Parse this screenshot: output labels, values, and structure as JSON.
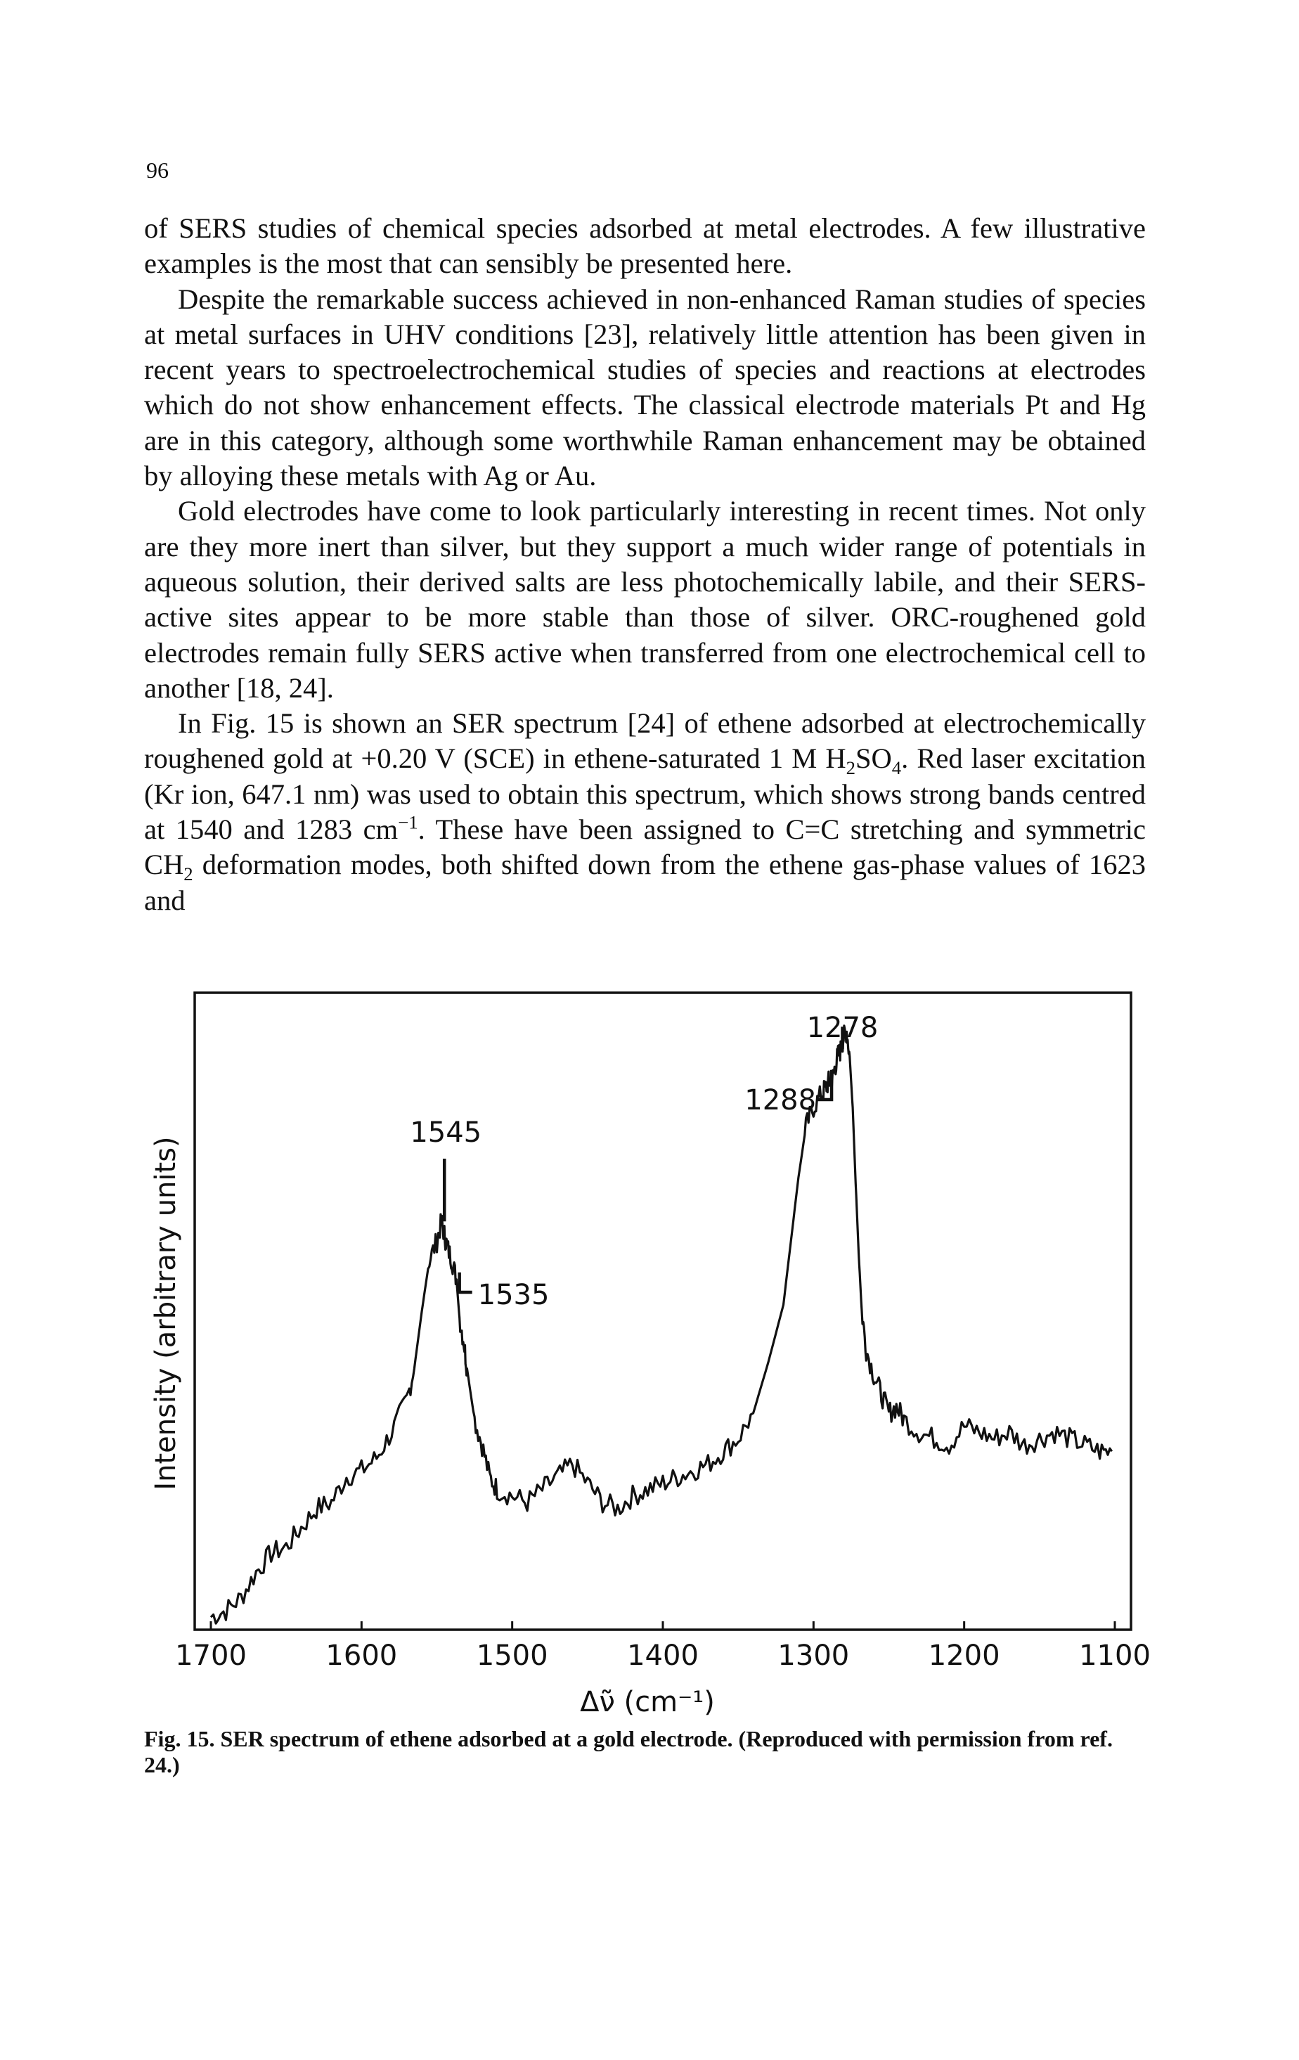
{
  "page_number": "96",
  "paragraphs": [
    {
      "id": "p1",
      "indent": false,
      "parts": [
        {
          "t": "of SERS studies of chemical species adsorbed at metal electrodes. A few illustrative examples is the most that can sensibly be presented here."
        }
      ]
    },
    {
      "id": "p2",
      "indent": true,
      "parts": [
        {
          "t": "Despite the remarkable success achieved in non-enhanced Raman studies of species at metal surfaces in UHV conditions [23], relatively little attention has been given in recent years to spectroelectrochemical studies of species and reactions at electrodes which do not show enhancement effects. The classical electrode materials Pt and Hg are in this category, although some worthwhile Raman enhancement may be obtained by alloying these metals with Ag or Au."
        }
      ]
    },
    {
      "id": "p3",
      "indent": true,
      "parts": [
        {
          "t": "Gold electrodes have come to look particularly interesting in recent times. Not only are they more inert than silver, but they support a much wider range of potentials in aqueous solution, their derived salts are less photochemically labile, and their SERS-active sites appear to be more stable than those of silver. ORC-roughened gold electrodes remain fully SERS active when transferred from one electrochemical cell to another [18, 24]."
        }
      ]
    },
    {
      "id": "p4",
      "indent": true,
      "parts": [
        {
          "t": "In Fig. 15 is shown an SER spectrum [24] of ethene adsorbed at electrochemically roughened gold at +0.20 V (SCE) in ethene-saturated 1 M H"
        },
        {
          "t": "2",
          "sub": true
        },
        {
          "t": "SO"
        },
        {
          "t": "4",
          "sub": true
        },
        {
          "t": ". Red laser excitation (Kr ion, 647.1 nm) was used to obtain this spectrum, which shows strong bands centred at 1540 and 1283 cm"
        },
        {
          "t": "−1",
          "sup": true
        },
        {
          "t": ". These have been assigned to C=C stretching and symmetric CH"
        },
        {
          "t": "2",
          "sub": true
        },
        {
          "t": " deformation modes, both shifted down from the ethene gas-phase values of 1623 and"
        }
      ]
    }
  ],
  "figure": {
    "caption": "Fig. 15. SER spectrum of ethene adsorbed at a gold electrode. (Reproduced with permission from ref. 24.)"
  },
  "chart_data": {
    "type": "line",
    "title": "",
    "xlabel": "Δν̃ (cm⁻¹)",
    "ylabel": "Intensity (arbitrary units)",
    "xlim": [
      1700,
      1100
    ],
    "ylim": [
      0,
      1
    ],
    "x_reversed": true,
    "xticks": [
      "1700",
      "1600",
      "1500",
      "1400",
      "1300",
      "1200",
      "1100"
    ],
    "peak_labels": [
      {
        "label": "1545",
        "x": 1545,
        "y": 0.63
      },
      {
        "label": "1535",
        "x": 1535,
        "y": 0.55
      },
      {
        "label": "1288",
        "x": 1288,
        "y": 0.87
      },
      {
        "label": "1278",
        "x": 1278,
        "y": 0.94
      }
    ],
    "series": [
      {
        "x": [
          1700,
          1690,
          1680,
          1670,
          1660,
          1650,
          1640,
          1630,
          1620,
          1610,
          1600,
          1590,
          1580,
          1570,
          1565,
          1560,
          1555,
          1550,
          1547,
          1545,
          1543,
          1540,
          1537,
          1535,
          1532,
          1530,
          1525,
          1520,
          1515,
          1510,
          1500,
          1490,
          1480,
          1470,
          1460,
          1450,
          1440,
          1430,
          1420,
          1410,
          1400,
          1390,
          1380,
          1370,
          1360,
          1350,
          1340,
          1330,
          1320,
          1315,
          1310,
          1305,
          1300,
          1295,
          1292,
          1290,
          1288,
          1286,
          1284,
          1282,
          1280,
          1278,
          1276,
          1274,
          1272,
          1270,
          1268,
          1265,
          1260,
          1255,
          1250,
          1245,
          1240,
          1230,
          1220,
          1210,
          1200,
          1190,
          1180,
          1170,
          1160,
          1150,
          1140,
          1130,
          1120,
          1110,
          1102
        ],
        "y": [
          0.02,
          0.03,
          0.05,
          0.09,
          0.12,
          0.13,
          0.16,
          0.19,
          0.2,
          0.24,
          0.25,
          0.27,
          0.31,
          0.36,
          0.41,
          0.5,
          0.58,
          0.61,
          0.64,
          0.62,
          0.6,
          0.58,
          0.55,
          0.49,
          0.45,
          0.41,
          0.33,
          0.29,
          0.24,
          0.22,
          0.21,
          0.2,
          0.22,
          0.24,
          0.26,
          0.23,
          0.2,
          0.19,
          0.21,
          0.22,
          0.23,
          0.24,
          0.25,
          0.26,
          0.28,
          0.3,
          0.34,
          0.42,
          0.51,
          0.61,
          0.71,
          0.79,
          0.82,
          0.84,
          0.85,
          0.86,
          0.86,
          0.88,
          0.9,
          0.91,
          0.93,
          0.94,
          0.9,
          0.82,
          0.7,
          0.59,
          0.5,
          0.44,
          0.4,
          0.37,
          0.34,
          0.35,
          0.33,
          0.31,
          0.3,
          0.29,
          0.32,
          0.31,
          0.3,
          0.31,
          0.29,
          0.3,
          0.31,
          0.3,
          0.29,
          0.28,
          0.28
        ]
      }
    ]
  }
}
